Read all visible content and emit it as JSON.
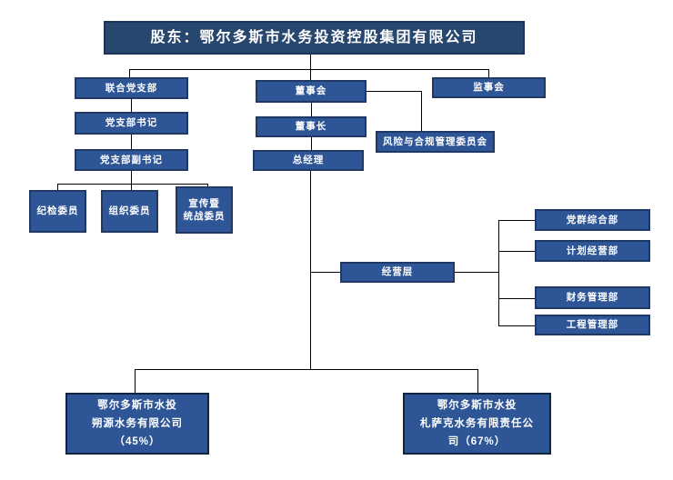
{
  "diagram": {
    "type": "org-chart",
    "language": "zh-CN"
  },
  "colors": {
    "box_fill": "#2E5697",
    "box_border": "#1F3864",
    "top_box_fill": "#27476E",
    "top_box_border": "#1C3557",
    "company_box_border": "#0F243E",
    "text": "#FFFFFF",
    "connector_line": "#000000",
    "background": "#FFFFFF"
  },
  "nodes": {
    "shareholder": {
      "label": "股东：鄂尔多斯市水务投资控股集团有限公司"
    },
    "joint_party_branch": {
      "label": "联合党支部"
    },
    "party_branch_secretary": {
      "label": "党支部书记"
    },
    "party_branch_deputy_secretary": {
      "label": "党支部副书记"
    },
    "discipline_inspection_member": {
      "label": "纪检委员"
    },
    "organization_member": {
      "label": "组织委员"
    },
    "propaganda_united_front_member": {
      "label": "宣传暨统战委员",
      "line1": "宣传暨",
      "line2": "统战委员"
    },
    "board_of_directors": {
      "label": "董事会"
    },
    "chairman": {
      "label": "董事长"
    },
    "general_manager": {
      "label": "总经理"
    },
    "supervisory_board": {
      "label": "监事会"
    },
    "risk_compliance_committee": {
      "label": "风险与合规管理委员会"
    },
    "management_level": {
      "label": "经营层"
    },
    "dept_party_mass": {
      "label": "党群综合部"
    },
    "dept_planning_operation": {
      "label": "计划经营部"
    },
    "dept_finance_management": {
      "label": "财务管理部"
    },
    "dept_engineering_management": {
      "label": "工程管理部"
    },
    "company_shuoyuan": {
      "label": "鄂尔多斯市水投朔源水务有限公司（45%）",
      "line1": "鄂尔多斯市水投",
      "line2": "朔源水务有限公司",
      "line3": "（45%）"
    },
    "company_zhasake": {
      "label": "鄂尔多斯市水投札萨克水务有限责任公司（67%）",
      "line1": "鄂尔多斯市水投",
      "line2": "札萨克水务有限责任公",
      "line3": "司（67%）"
    }
  }
}
